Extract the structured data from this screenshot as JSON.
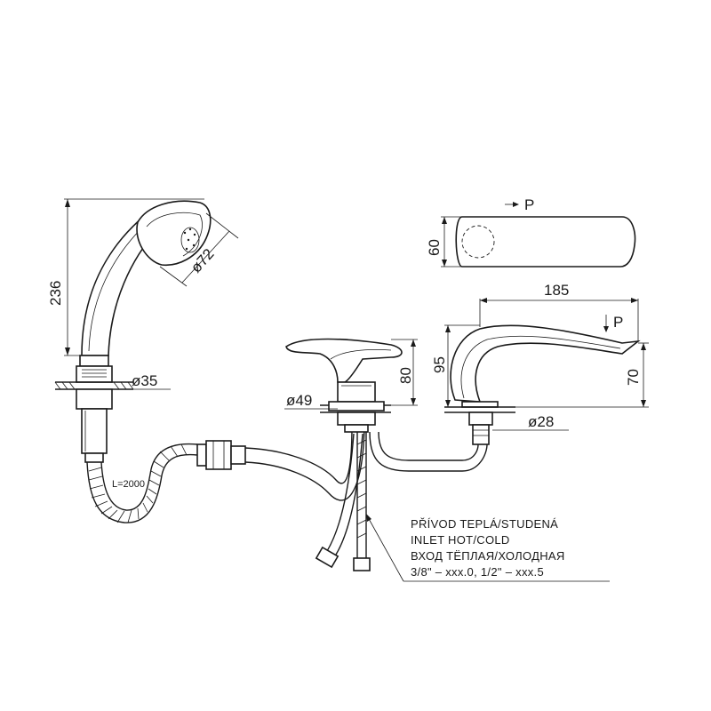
{
  "dimensions": {
    "handshower_height": "236",
    "handshower_head_diameter": "ø72",
    "handshower_base_diameter": "ø35",
    "hose_length": "L=2000",
    "mixer_base_diameter": "ø49",
    "mixer_height": "80",
    "spout_top_width": "60",
    "spout_reach": "185",
    "spout_height": "95",
    "spout_outlet_height": "70",
    "spout_base_diameter": "ø28",
    "arrow_p_top": "P",
    "arrow_p_side": "P"
  },
  "note": {
    "line1": "PŘÍVOD TEPLÁ/STUDENÁ",
    "line2": "INLET HOT/COLD",
    "line3": "ВХОД ТЁПЛАЯ/ХОЛОДНАЯ",
    "line4": "3/8\" – xxx.0, 1/2\" – xxx.5"
  }
}
